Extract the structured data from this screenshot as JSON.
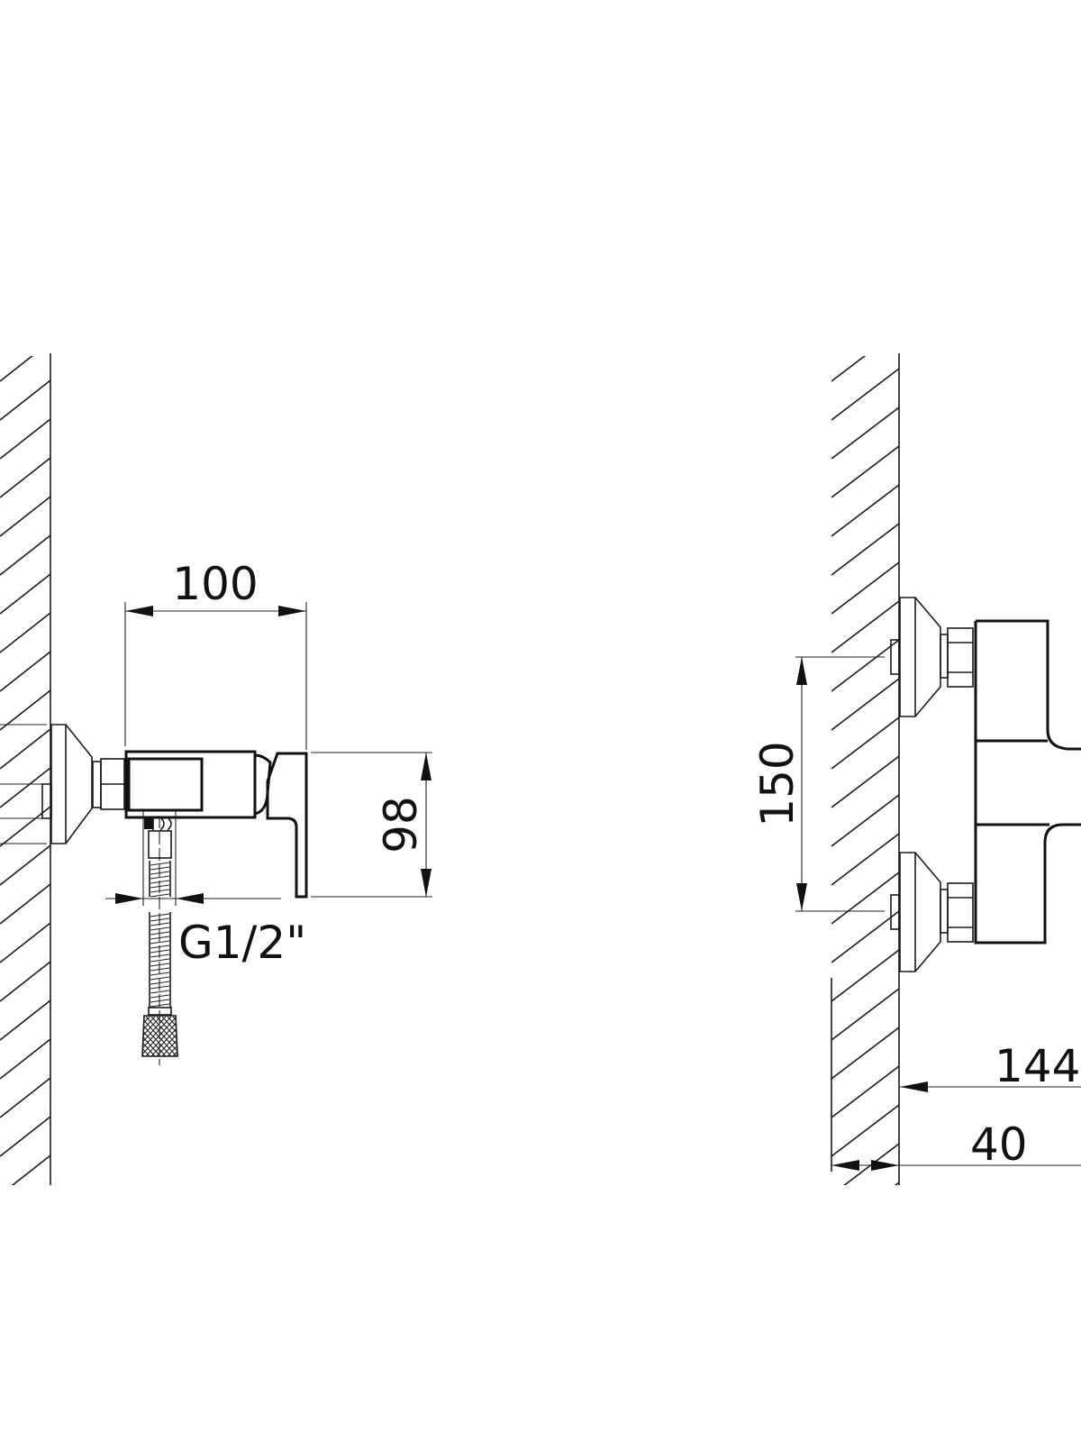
{
  "drawing": {
    "title": "Shower mixer dimensional drawing",
    "side_view": {
      "width_dim": "100",
      "height_dim": "98",
      "thread_dim": "G1/2\""
    },
    "front_view": {
      "inlet_spacing_dim": "150",
      "projection_dim": "144",
      "min_projection_dim": "40"
    },
    "colors": {
      "line": "#111111",
      "background": "#ffffff"
    }
  }
}
